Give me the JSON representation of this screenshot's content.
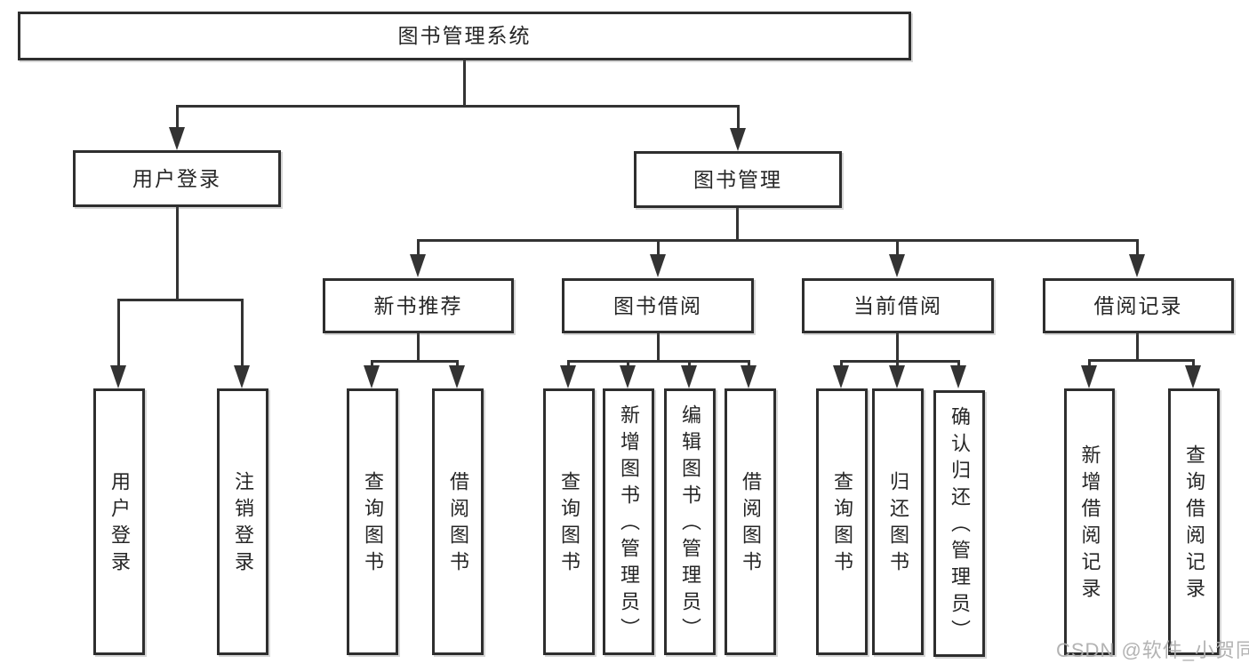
{
  "diagram": {
    "root": {
      "label": "图书管理系统"
    },
    "branches": {
      "user_login": {
        "label": "用户登录",
        "children": {
          "login": "用户登录",
          "logout": "注销登录"
        }
      },
      "book_management": {
        "label": "图书管理",
        "sections": {
          "new_book": {
            "label": "新书推荐",
            "children": {
              "query": "查询图书",
              "borrow": "借阅图书"
            }
          },
          "book_borrow": {
            "label": "图书借阅",
            "children": {
              "query": "查询图书",
              "add": "新增图书（管理员）",
              "edit": "编辑图书（管理员）",
              "borrow": "借阅图书"
            }
          },
          "current_borrow": {
            "label": "当前借阅",
            "children": {
              "query": "查询图书",
              "return": "归还图书",
              "confirm": "确认归还（管理员）"
            }
          },
          "borrow_records": {
            "label": "借阅记录",
            "children": {
              "add": "新增借阅记录",
              "query": "查询借阅记录"
            }
          }
        }
      }
    },
    "watermark": "CSDN @软件_小贺同学",
    "colors": {
      "line": "#333333",
      "box_border": "#2e2e2e",
      "text": "#262626",
      "watermark": "#afafaf",
      "background": "#ffffff"
    }
  }
}
